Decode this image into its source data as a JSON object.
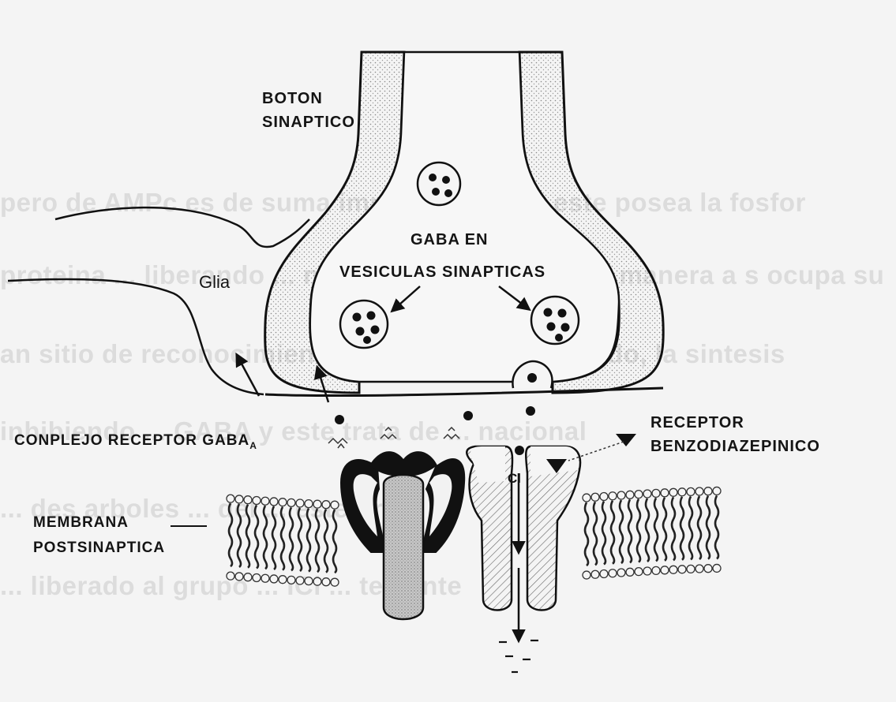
{
  "labels": {
    "boton_line1": "BOTON",
    "boton_line2": "SINAPTICO",
    "gaba_line1": "GABA EN",
    "gaba_line2": "VESICULAS SINAPTICAS",
    "glia": "Glia",
    "complejo": "CONPLEJO RECEPTOR GABA",
    "complejo_sub": "A",
    "receptor_line1": "RECEPTOR",
    "receptor_line2": "BENZODIAZEPINICO",
    "membrana_line1": "MEMBRANA",
    "membrana_line2": "POSTSINAPTICA",
    "cl": "Cl"
  },
  "background_text": [
    "pero de AMPc es de suma importancia que este posea la fosfor",
    "proteina ... liberando ... ntes de la sinapsis ... de manera a s ocupa su",
    "an sitio de reconocimiento que ... con el resultado, la sintesis",
    "inhibiendo ... GABA y este trata de ... nacional",
    "... des arboles ... del ... este prot",
    "... liberado al grupo ... ICl ... temente"
  ]
}
